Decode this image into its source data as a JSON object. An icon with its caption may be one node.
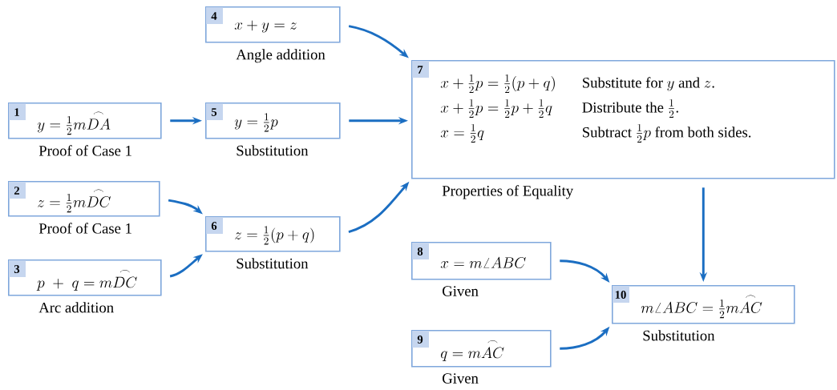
{
  "diagram": {
    "nodes": [
      {
        "text": [
          "1",
          "y = \\tfrac{1}{2}m\\overset{\\frown}{DA}"
        ],
        "beside": [
          "Proof of Case 1"
        ]
      },
      {
        "text": [
          "2",
          "z = \\tfrac{1}{2}m\\overset{\\frown}{DC}"
        ],
        "beside": [
          "Proof of Case 1"
        ]
      },
      {
        "text": [
          "3",
          "p\\;+\\;q = m\\overset{\\frown}{DC}"
        ],
        "beside": [
          "Arc addition"
        ]
      },
      {
        "text": [
          "4",
          "x + y = z"
        ],
        "beside": [
          "Angle addition"
        ]
      },
      {
        "text": [
          "5",
          "y = \\tfrac{1}{2}p"
        ],
        "beside": [
          "Substitution"
        ]
      },
      {
        "text": [
          "6",
          "z = \\tfrac{1}{2}(p + q)"
        ],
        "beside": [
          "Substitution"
        ]
      },
      {
        "text": [
          "7",
          "x + \\tfrac{1}{2}p = \\tfrac{1}{2}(p + q)",
          "\\text{Substitute for } y \\text{ and } z\\text{.}",
          "x + \\tfrac{1}{2}p = \\tfrac{1}{2}p + \\tfrac{1}{2}q",
          "\\text{Distribute the } \\tfrac{1}{2}\\text{.}",
          "x = \\tfrac{1}{2}q",
          "\\text{Subtract } \\tfrac{1}{2}p \\text{ from both sides.}"
        ],
        "beside": [
          "Properties of Equality"
        ]
      },
      {
        "text": [
          "8",
          "x = m\\angle ABC"
        ],
        "beside": [
          "Given"
        ]
      },
      {
        "text": [
          "9",
          "q = m\\overset{\\frown}{AC}"
        ],
        "beside": [
          "Given"
        ]
      },
      {
        "text": [
          "10",
          "m\\angle ABC = \\tfrac{1}{2}m\\overset{\\frown}{AC}"
        ],
        "beside": [
          "Substitution"
        ]
      }
    ],
    "edges": [
      {
        "from": 3,
        "to": 6,
        "arrow": "to"
      },
      {
        "from": 0,
        "to": 4,
        "arrow": "to"
      },
      {
        "from": 4,
        "to": 6,
        "arrow": "to"
      },
      {
        "from": 1,
        "to": 5,
        "arrow": "to"
      },
      {
        "from": 2,
        "to": 5,
        "arrow": "to"
      },
      {
        "from": 5,
        "to": 6,
        "arrow": "to"
      },
      {
        "from": 6,
        "to": 9,
        "arrow": "to"
      },
      {
        "from": 7,
        "to": 9,
        "arrow": "to"
      },
      {
        "from": 8,
        "to": 9,
        "arrow": "to"
      }
    ]
  }
}
